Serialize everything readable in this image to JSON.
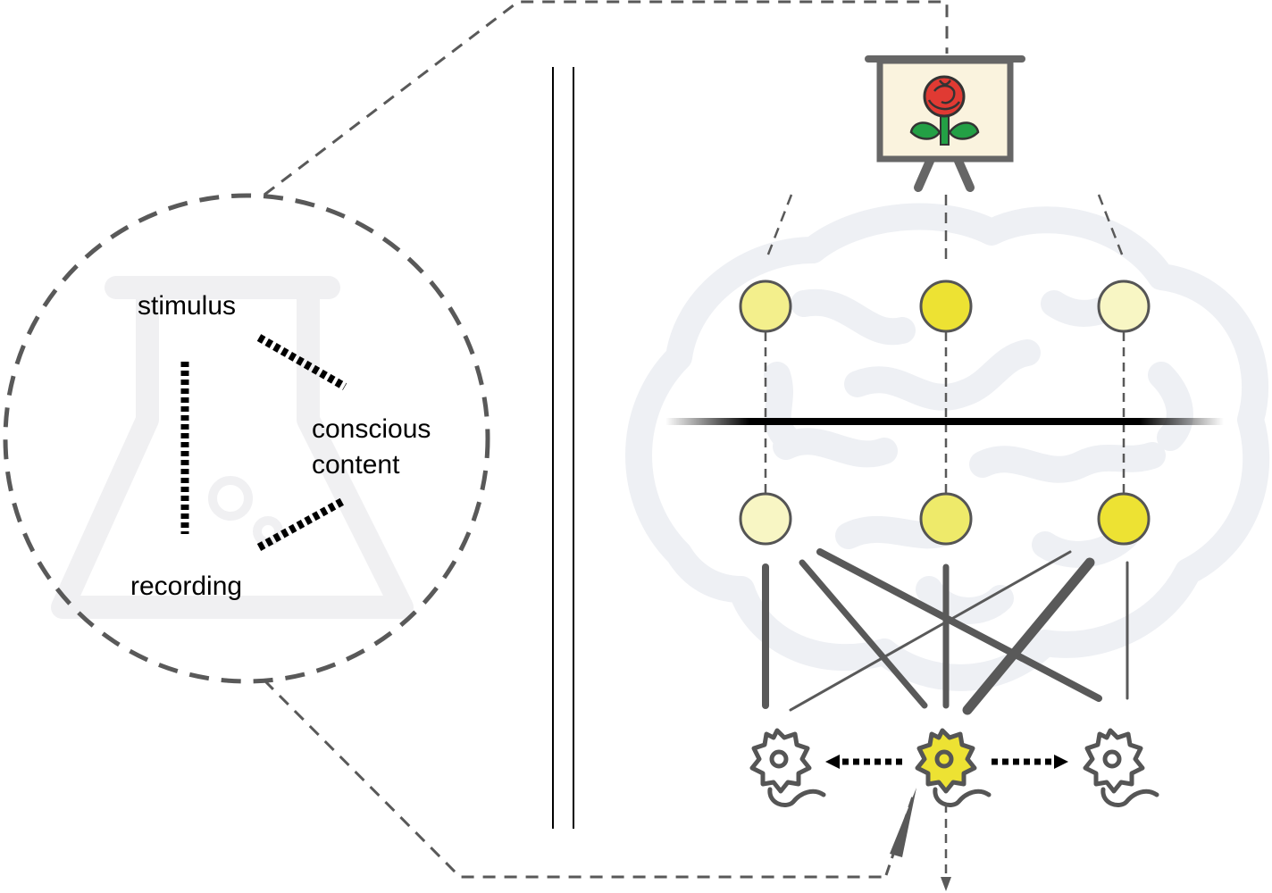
{
  "labels": {
    "stimulus": "stimulus",
    "conscious_line1": "conscious",
    "conscious_line2": "content",
    "recording": "recording"
  },
  "colors": {
    "dash_gray": "#595959",
    "node_stroke": "#555555",
    "watermark": "#eeeff3",
    "node_pale": "#f8f6c4",
    "node_light": "#f3ef8c",
    "node_mid": "#eeea6a",
    "node_bright": "#ede233",
    "easel_fill": "#faf3de",
    "rose_red": "#e03a33",
    "leaf_green": "#23a045"
  },
  "nodes_top_row": [
    "light",
    "bright",
    "pale"
  ],
  "nodes_bottom_row": [
    "pale",
    "mid",
    "bright"
  ],
  "icons": [
    "flask-watermark-icon",
    "brain-watermark-icon",
    "easel-icon",
    "rose-icon",
    "neuron-icon"
  ]
}
